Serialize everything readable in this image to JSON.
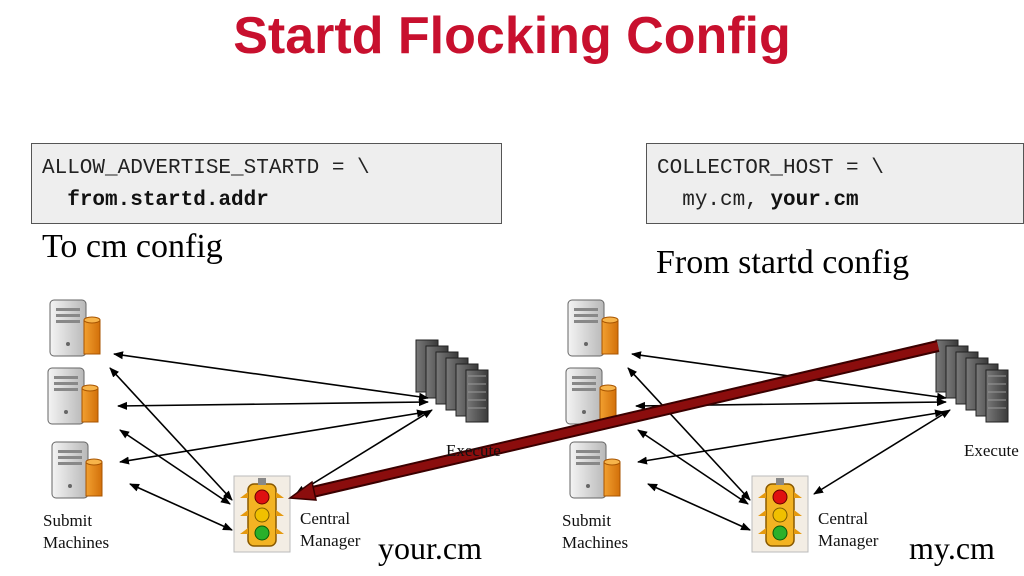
{
  "title": "Startd Flocking Config",
  "left_config": {
    "line1": "ALLOW_ADVERTISE_STARTD = \\",
    "line2_value": "from.startd.addr",
    "caption": "To cm config"
  },
  "right_config": {
    "line1": "COLLECTOR_HOST = \\",
    "line2_prefix": "my.cm, ",
    "line2_value": "your.cm",
    "caption": "From startd config"
  },
  "left_pool": {
    "submit_line1": "Submit",
    "submit_line2": "Machines",
    "execute": "Execute",
    "cm_line1": "Central",
    "cm_line2": "Manager",
    "host": "your.cm"
  },
  "right_pool": {
    "submit_line1": "Submit",
    "submit_line2": "Machines",
    "execute": "Execute",
    "cm_line1": "Central",
    "cm_line2": "Manager",
    "host": "my.cm"
  },
  "colors": {
    "title": "#c8102e",
    "flock_arrow": "#8b0d0d",
    "light_red": "#e01010",
    "light_yellow": "#f0c000",
    "light_green": "#2ab02a"
  },
  "icons": {
    "submit": "server-with-scroll-icon",
    "execute": "server-cluster-icon",
    "central_manager": "traffic-light-icon"
  }
}
